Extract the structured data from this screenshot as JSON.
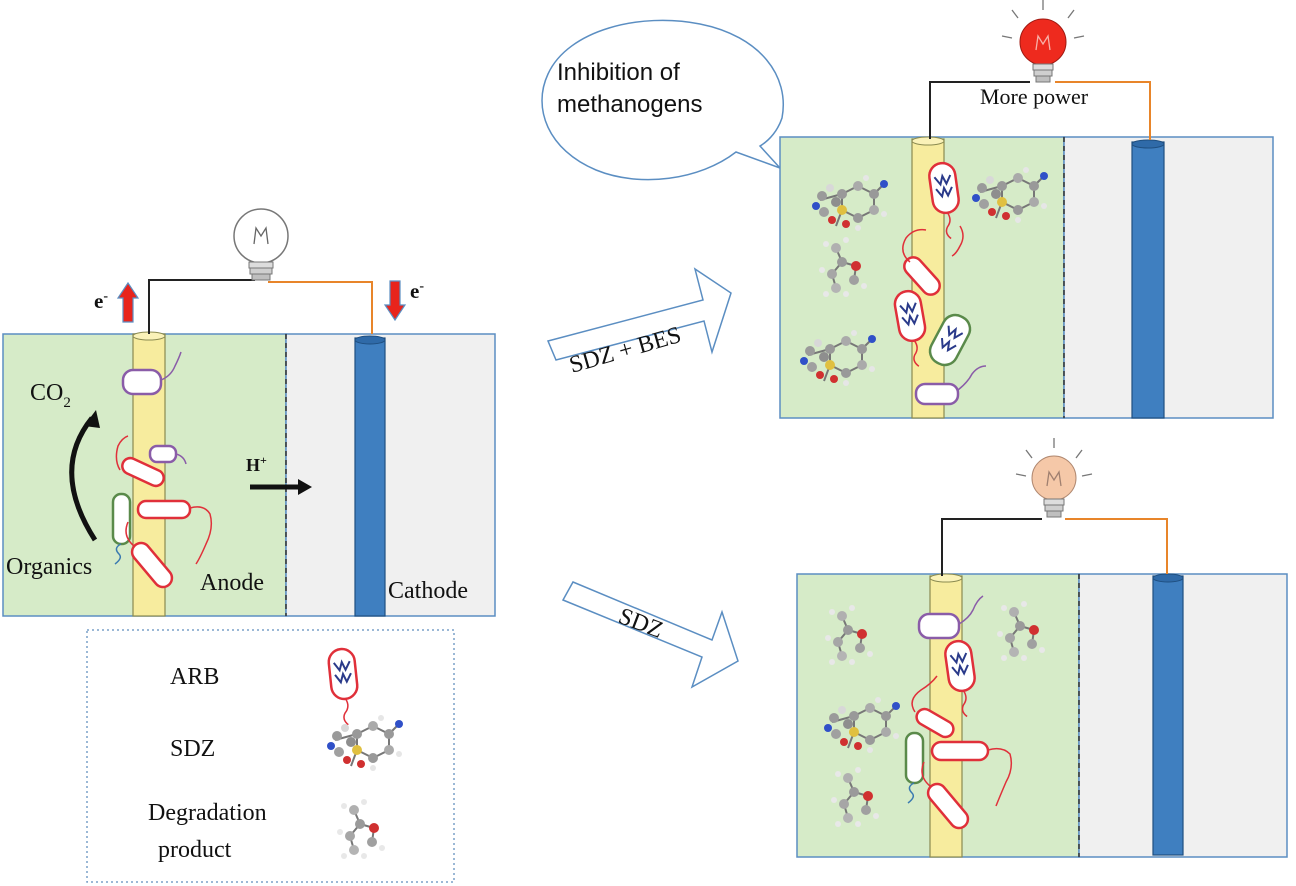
{
  "main_cell": {
    "electron_left": "e",
    "electron_right": "e",
    "electron_sup": "-",
    "co2_base": "CO",
    "co2_sub": "2",
    "proton_base": "H",
    "proton_sup": "+",
    "organics": "Organics",
    "anode": "Anode",
    "cathode": "Cathode"
  },
  "legend": {
    "arb": "ARB",
    "sdz": "SDZ",
    "degradation_line1": "Degradation",
    "degradation_line2": "product"
  },
  "arrows": {
    "top_label": "SDZ + BES",
    "bottom_label": "SDZ"
  },
  "top_cell": {
    "callout_line1": "Inhibition of",
    "callout_line2": "methanogens",
    "power_label": "More power"
  },
  "colors": {
    "anode_chamber": "#d6ebc8",
    "cathode_chamber": "#f0f0f0",
    "anode_electrode": "#f7ec9e",
    "cathode_electrode": "#3f7fc0",
    "electron_arrow": "#e8241c",
    "wire_anode": "#222222",
    "wire_cathode": "#e8852a",
    "bulb_bright": "#ee2a1e",
    "bulb_dim": "#f5c8a8",
    "frame": "#5b8ec2",
    "bacteria_red": "#e0303a",
    "bacteria_purple": "#8a5ca8",
    "bacteria_green": "#5a8a4a"
  }
}
